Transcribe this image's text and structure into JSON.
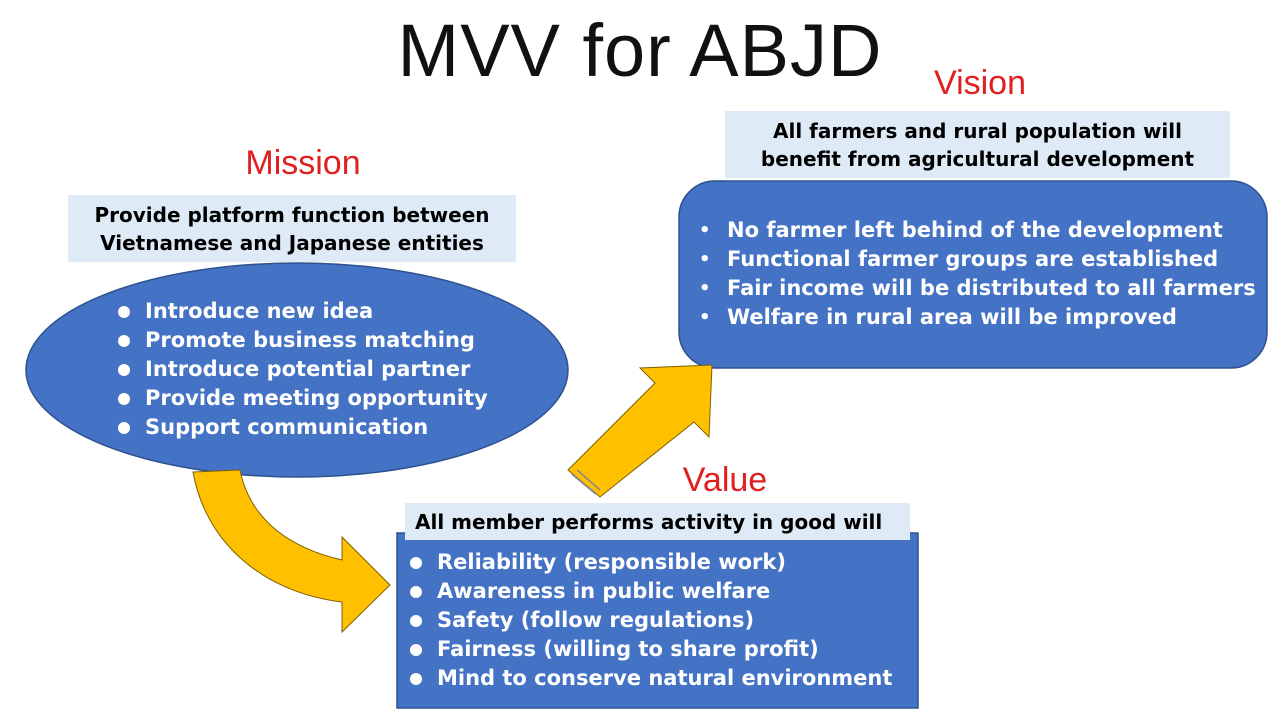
{
  "title": "MVV for ABJD",
  "colors": {
    "shape_blue": "#4472C4",
    "header_bg": "#DEEBF7",
    "arrow_yellow": "#FFC000",
    "label_red": "#E02020"
  },
  "mission": {
    "label": "Mission",
    "header": [
      "Provide platform function between",
      "Vietnamese and Japanese entities"
    ],
    "items": [
      "Introduce new idea",
      "Promote business matching",
      "Introduce potential partner",
      "Provide meeting opportunity",
      "Support communication"
    ]
  },
  "vision": {
    "label": "Vision",
    "header": [
      "All farmers and rural population will",
      "benefit from agricultural development"
    ],
    "items": [
      "No farmer left behind of the development",
      "Functional farmer groups are established",
      "Fair income will be distributed to all farmers",
      "Welfare in rural area will be improved"
    ]
  },
  "value": {
    "label": "Value",
    "header": "All member performs activity in good will",
    "items": [
      "Reliability (responsible work)",
      "Awareness in public welfare",
      "Safety (follow regulations)",
      "Fairness (willing to share profit)",
      "Mind to conserve natural environment"
    ]
  }
}
